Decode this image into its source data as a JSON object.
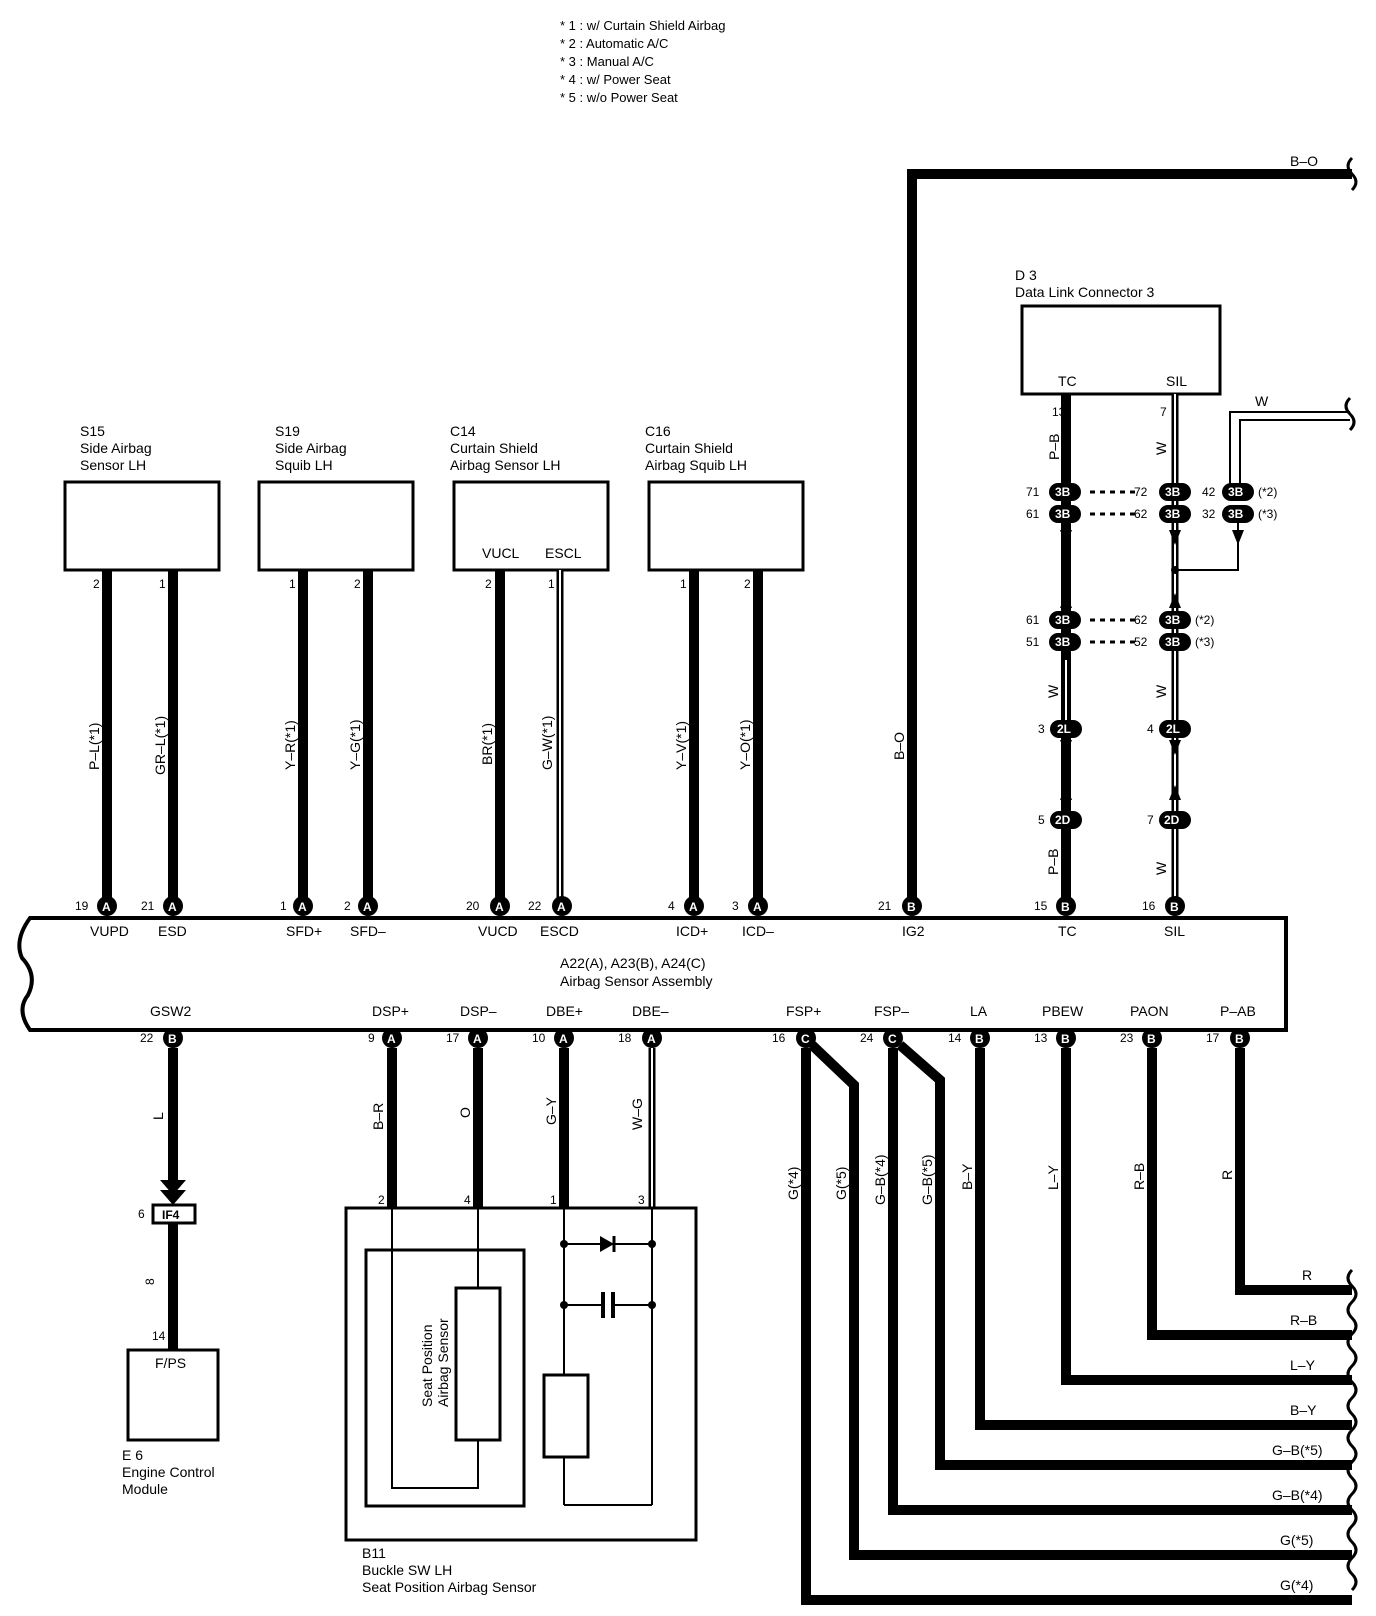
{
  "notes": [
    "* 1 : w/ Curtain Shield Airbag",
    "* 2 : Automatic A/C",
    "* 3 : Manual A/C",
    "* 4 : w/ Power Seat",
    "* 5 : w/o Power Seat"
  ],
  "components": {
    "s15": {
      "code": "S15",
      "name1": "Side Airbag",
      "name2": "Sensor LH"
    },
    "s19": {
      "code": "S19",
      "name1": "Side Airbag",
      "name2": "Squib LH"
    },
    "c14": {
      "code": "C14",
      "name1": "Curtain Shield",
      "name2": "Airbag Sensor LH",
      "term1": "VUCL",
      "term2": "ESCL"
    },
    "c16": {
      "code": "C16",
      "name1": "Curtain Shield",
      "name2": "Airbag Squib LH"
    },
    "d3": {
      "code": "D 3",
      "name": "Data Link Connector 3",
      "term1": "TC",
      "term2": "SIL"
    },
    "a22": {
      "line1": "A22(A), A23(B), A24(C)",
      "line2": "Airbag Sensor Assembly"
    },
    "e6": {
      "code": "E 6",
      "name1": "Engine Control",
      "name2": "Module",
      "term": "F/PS"
    },
    "b11": {
      "code": "B11",
      "name1": "Buckle SW LH",
      "name2": "Seat Position Airbag Sensor",
      "inner1": "Seat Position",
      "inner2": "Airbag Sensor"
    },
    "if4": {
      "code": "IF4"
    }
  },
  "top_terminals": [
    {
      "pin": "19",
      "conn": "A",
      "name": "VUPD",
      "wire": "P–L(*1)",
      "cpin": "2"
    },
    {
      "pin": "21",
      "conn": "A",
      "name": "ESD",
      "wire": "GR–L(*1)",
      "cpin": "1"
    },
    {
      "pin": "1",
      "conn": "A",
      "name": "SFD+",
      "wire": "Y–R(*1)",
      "cpin": "1"
    },
    {
      "pin": "2",
      "conn": "A",
      "name": "SFD–",
      "wire": "Y–G(*1)",
      "cpin": "2"
    },
    {
      "pin": "20",
      "conn": "A",
      "name": "VUCD",
      "wire": "BR(*1)",
      "cpin": "2"
    },
    {
      "pin": "22",
      "conn": "A",
      "name": "ESCD",
      "wire": "G–W(*1)",
      "cpin": "1"
    },
    {
      "pin": "4",
      "conn": "A",
      "name": "ICD+",
      "wire": "Y–V(*1)",
      "cpin": "1"
    },
    {
      "pin": "3",
      "conn": "A",
      "name": "ICD–",
      "wire": "Y–O(*1)",
      "cpin": "2"
    },
    {
      "pin": "21",
      "conn": "B",
      "name": "IG2",
      "wire": "B–O"
    },
    {
      "pin": "15",
      "conn": "B",
      "name": "TC",
      "wire": "P–B"
    },
    {
      "pin": "16",
      "conn": "B",
      "name": "SIL",
      "wire": "W"
    }
  ],
  "bottom_terminals": [
    {
      "pin": "22",
      "conn": "B",
      "name": "GSW2",
      "wire": "L"
    },
    {
      "pin": "9",
      "conn": "A",
      "name": "DSP+",
      "wire": "B–R",
      "cpin": "2"
    },
    {
      "pin": "17",
      "conn": "A",
      "name": "DSP–",
      "wire": "O",
      "cpin": "4"
    },
    {
      "pin": "10",
      "conn": "A",
      "name": "DBE+",
      "wire": "G–Y",
      "cpin": "1"
    },
    {
      "pin": "18",
      "conn": "A",
      "name": "DBE–",
      "wire": "W–G",
      "cpin": "3"
    },
    {
      "pin": "16",
      "conn": "C",
      "name": "FSP+",
      "wire": "G(*4)"
    },
    {
      "pin": "24",
      "conn": "C",
      "name": "FSP–",
      "wire": "G–B(*4)"
    },
    {
      "pin": "14",
      "conn": "B",
      "name": "LA",
      "wire": "B–Y"
    },
    {
      "pin": "13",
      "conn": "B",
      "name": "PBEW",
      "wire": "L–Y"
    },
    {
      "pin": "23",
      "conn": "B",
      "name": "PAON",
      "wire": "R–B"
    },
    {
      "pin": "17",
      "conn": "B",
      "name": "P–AB",
      "wire": "R"
    }
  ],
  "extra_wires": {
    "fsp_plus_alt": "G(*5)",
    "fsp_minus_alt": "G–B(*5)"
  },
  "right_exits": [
    "R",
    "R–B",
    "L–Y",
    "B–Y",
    "G–B(*5)",
    "G–B(*4)",
    "G(*5)",
    "G(*4)"
  ],
  "top_exits": {
    "bo": "B–O",
    "w": "W"
  },
  "junctions": {
    "top_a": [
      {
        "pin": "71",
        "code": "3B"
      },
      {
        "pin": "61",
        "code": "3B"
      },
      {
        "pin": "72",
        "code": "3B"
      },
      {
        "pin": "62",
        "code": "3B"
      },
      {
        "pin": "42",
        "code": "3B",
        "var": "(*2)"
      },
      {
        "pin": "32",
        "code": "3B",
        "var": "(*3)"
      }
    ],
    "top_b": [
      {
        "pin": "61",
        "code": "3B"
      },
      {
        "pin": "51",
        "code": "3B"
      },
      {
        "pin": "62",
        "code": "3B",
        "var": "(*2)"
      },
      {
        "pin": "52",
        "code": "3B",
        "var": "(*3)"
      }
    ],
    "mid": [
      {
        "pin": "3",
        "code": "2L"
      },
      {
        "pin": "4",
        "code": "2L"
      },
      {
        "pin": "5",
        "code": "2D"
      },
      {
        "pin": "7",
        "code": "2D"
      }
    ],
    "dlc_pins": {
      "tc": "13",
      "sil": "7"
    },
    "dlc_wires": {
      "tc": "P–B",
      "sil": "W",
      "tc_low": "W",
      "sil_low": "W"
    },
    "if4_pin": "6",
    "ecm_pin": "14",
    "ecm_wire_pin": "8"
  }
}
